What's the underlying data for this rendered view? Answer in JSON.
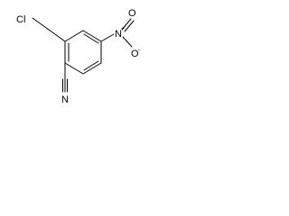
{
  "molecule": {
    "atoms": {
      "chloro_label": "Cl",
      "nitro_nitrogen_label": "N",
      "nitro_plus_charge": "+",
      "nitro_oxygen_1_label": "O",
      "nitro_oxygen_2_label": "O",
      "nitro_minus_charge": "-",
      "nitrile_nitrogen_label": "N"
    }
  }
}
